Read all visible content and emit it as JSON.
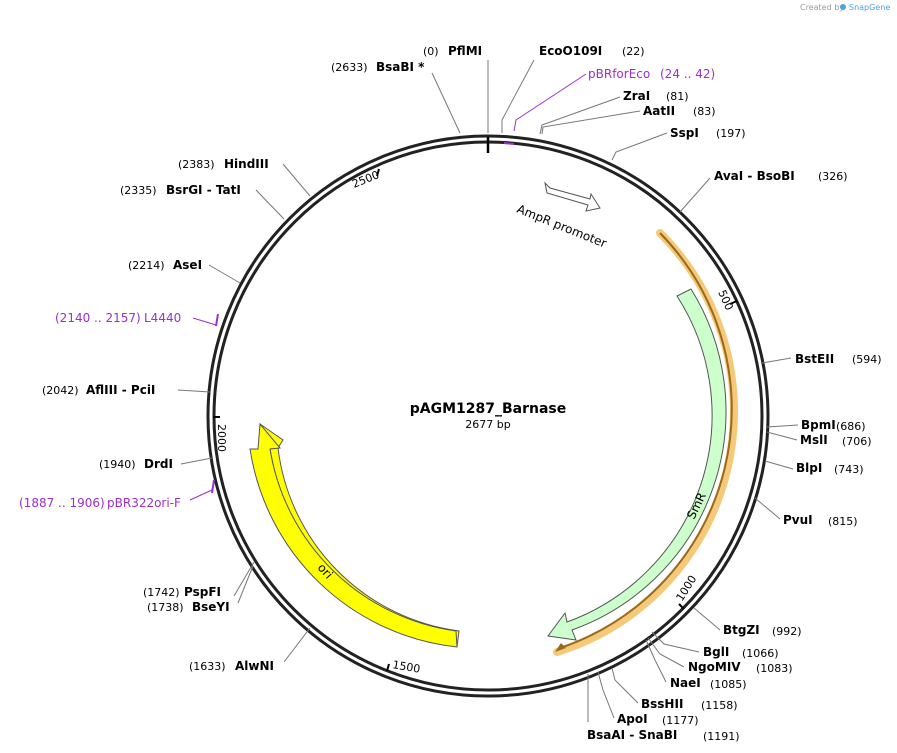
{
  "plasmid": {
    "name": "pAGM1287_Barnase",
    "length_label": "2677 bp",
    "length": 2677
  },
  "credit": {
    "prefix": "Created by",
    "brand": "SnapGene"
  },
  "colors": {
    "primer": "#9b2fd1",
    "amp_promoter": "#ffffff",
    "smr": "#ccffcc",
    "ori": "#ffff00",
    "highlight": "#f5c97a",
    "line": "#666666"
  },
  "ticks": [
    "500",
    "1000",
    "1500",
    "2000",
    "2500"
  ],
  "features": {
    "amp_promoter": {
      "label": "AmpR promoter"
    },
    "smr": {
      "label": "SmR"
    },
    "ori": {
      "label": "ori"
    }
  },
  "sites": [
    {
      "id": "pfimi",
      "name": "PflMI",
      "pos": "(0)"
    },
    {
      "id": "bsabi",
      "name": "BsaBI *",
      "pos": "(2633)"
    },
    {
      "id": "eco0109i",
      "name": "EcoO109I",
      "pos": "(22)"
    },
    {
      "id": "zrai",
      "name": "ZraI",
      "pos": "(81)"
    },
    {
      "id": "aatii",
      "name": "AatII",
      "pos": "(83)"
    },
    {
      "id": "sspi",
      "name": "SspI",
      "pos": "(197)"
    },
    {
      "id": "avai",
      "name": "AvaI  - BsoBI",
      "pos": "(326)"
    },
    {
      "id": "bsteii",
      "name": "BstEII",
      "pos": "(594)"
    },
    {
      "id": "bpmi",
      "name": "BpmI",
      "pos": "(686)"
    },
    {
      "id": "msli",
      "name": "MslI",
      "pos": "(706)"
    },
    {
      "id": "blpi",
      "name": "BlpI",
      "pos": "(743)"
    },
    {
      "id": "pvui",
      "name": "PvuI",
      "pos": "(815)"
    },
    {
      "id": "btgzi",
      "name": "BtgZI",
      "pos": "(992)"
    },
    {
      "id": "bgli",
      "name": "BglI",
      "pos": "(1066)"
    },
    {
      "id": "ngomiv",
      "name": "NgoMIV",
      "pos": "(1083)"
    },
    {
      "id": "naei",
      "name": "NaeI",
      "pos": "(1085)"
    },
    {
      "id": "bsshii",
      "name": "BssHII",
      "pos": "(1158)"
    },
    {
      "id": "apoi",
      "name": "ApoI",
      "pos": "(1177)"
    },
    {
      "id": "bsaai",
      "name": "BsaAI  - SnaBI",
      "pos": "(1191)"
    },
    {
      "id": "alwni",
      "name": "AlwNI",
      "pos": "(1633)"
    },
    {
      "id": "pspfi",
      "name": "PspFI",
      "pos": "(1742)"
    },
    {
      "id": "bseyi",
      "name": "BseYI",
      "pos": "(1738)"
    },
    {
      "id": "drdi",
      "name": "DrdI",
      "pos": "(1940)"
    },
    {
      "id": "afliii",
      "name": "AflIII  - PciI",
      "pos": "(2042)"
    },
    {
      "id": "asei",
      "name": "AseI",
      "pos": "(2214)"
    },
    {
      "id": "bsrgi",
      "name": "BsrGI  - TatI",
      "pos": "(2335)"
    },
    {
      "id": "hindiii",
      "name": "HindIII",
      "pos": "(2383)"
    }
  ],
  "primers": [
    {
      "id": "pbrforeco",
      "name": "pBRforEco",
      "range": "(24 .. 42)"
    },
    {
      "id": "l4440",
      "name": "L4440",
      "range": "(2140 .. 2157)"
    },
    {
      "id": "pbr322ori",
      "name": "pBR322ori-F",
      "range": "(1887 .. 1906)"
    }
  ]
}
